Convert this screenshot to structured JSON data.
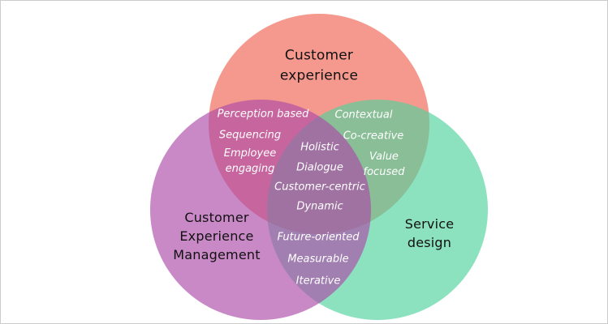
{
  "venn": {
    "circles": {
      "top": {
        "label": "Customer\nexperience",
        "color": "#F06252"
      },
      "left": {
        "label": "Customer\nExperience\nManagement",
        "color": "#AC49A7"
      },
      "right": {
        "label": "Service\ndesign",
        "color": "#4ED29D"
      }
    },
    "overlaps": {
      "top_left": {
        "items": [
          "Perception based",
          "Sequencing",
          "Employee\nengaging"
        ]
      },
      "top_right": {
        "items": [
          "Contextual",
          "Co-creative",
          "Value\nfocused"
        ]
      },
      "center": {
        "items": [
          "Holistic",
          "Dialogue",
          "Customer-centric",
          "Dynamic"
        ]
      },
      "bottom": {
        "items": [
          "Future-oriented",
          "Measurable",
          "Iterative"
        ]
      }
    },
    "style": {
      "title_text_color": "#111111",
      "item_text_color": "#FFFFFF",
      "circle_opacity": "0.65",
      "background": "#FFFFFF",
      "frame_border": "#CCCCCC"
    }
  }
}
